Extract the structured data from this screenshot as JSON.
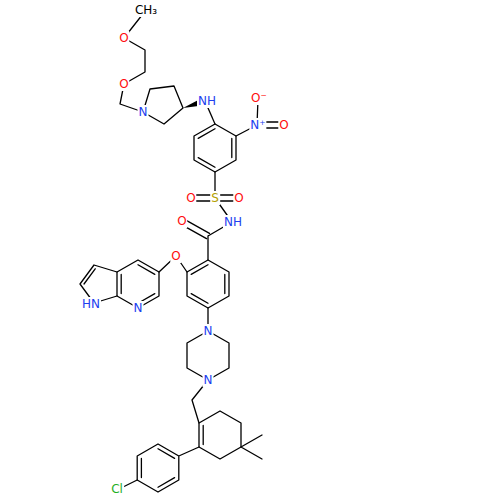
{
  "diagram": {
    "labels": [
      "CH₃",
      "O",
      "O",
      "N",
      "NH",
      "O⁻",
      "N⁺",
      "O",
      "O",
      "S",
      "O",
      "O",
      "NH",
      "O",
      "HN",
      "N",
      "N",
      "N",
      "Cl"
    ]
  }
}
